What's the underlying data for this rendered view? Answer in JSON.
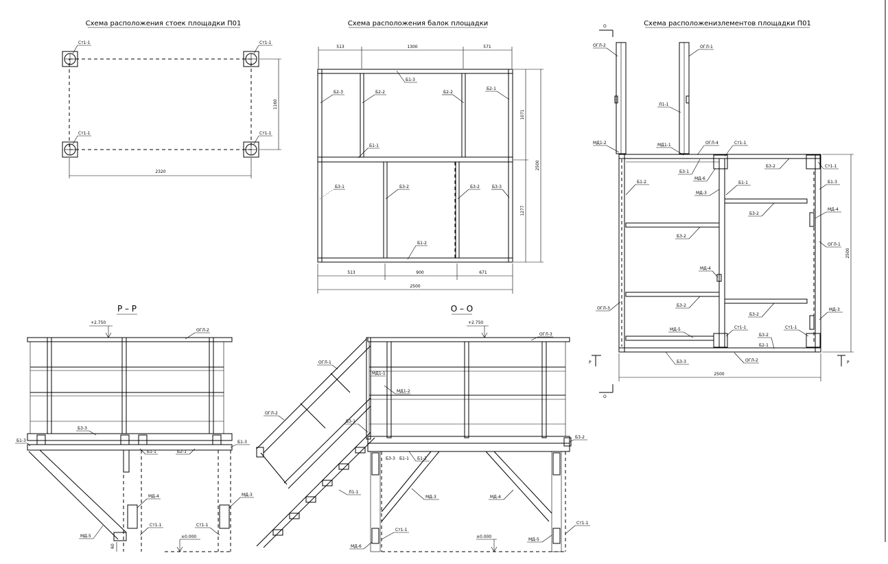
{
  "titles": {
    "posts": "Схема расположения стоек площадки П01",
    "beams": "Схема расположения балок площадки",
    "elements": "Схема расположенизлементов площадки П01",
    "section_p": "Р – Р",
    "section_o": "О – О"
  },
  "posts_plan": {
    "labels": [
      "Ст1-1",
      "Ст1-1",
      "Ст1-1",
      "Ст1-1"
    ],
    "dim_width": "2320",
    "dim_height": "1160"
  },
  "beams_plan": {
    "top_dims": [
      "513",
      "1300",
      "571"
    ],
    "bottom_dims": [
      "513",
      "900",
      "671"
    ],
    "overall_width": "2500",
    "right_dims": [
      "1071",
      "1277"
    ],
    "overall_height": "2500",
    "labels": [
      "Б1-3",
      "Б2-3",
      "Б2-2",
      "Б2-2",
      "Б2-1",
      "Б1-1",
      "Б3-1",
      "Б3-2",
      "Б3-2",
      "Б3-3",
      "Б1-2"
    ]
  },
  "elements_plan": {
    "section_mark": "О",
    "section_mark_p": "Р",
    "dim_width": "2500",
    "dim_height": "2500",
    "labels": [
      "ОГЛ-2",
      "ОГЛ-1",
      "Л1-1",
      "МД1-2",
      "МД1-1",
      "ОГЛ-4",
      "Ст1-1",
      "Б3-1",
      "МД-6",
      "МД-3",
      "Б1-2",
      "Б1-1",
      "Б3-2",
      "Ст1-1",
      "Б1-3",
      "МД-4",
      "ОГЛ-1",
      "Б3-2",
      "Б3-2",
      "Б3-2",
      "МД-4",
      "Б3-2",
      "ОГЛ-3",
      "МД-5",
      "Ст1-1",
      "Ст1-1",
      "Б3-2",
      "МД-3",
      "Б2-1",
      "Б3-3",
      "ОГЛ-2"
    ]
  },
  "section_p": {
    "elev_top": "+2.750",
    "elev_bottom": "±0.000",
    "dim_small": "60",
    "labels": [
      "ОГЛ-2",
      "Б3-3",
      "Б1-3",
      "Б1-1",
      "Б2-1",
      "Б1-3",
      "МД-4",
      "МД-3",
      "МД-5",
      "Ст1-1",
      "Ст1-1"
    ]
  },
  "section_o": {
    "elev_top": "+2.750",
    "elev_bottom": "±0.000",
    "labels": [
      "ОГЛ-1",
      "ОГЛ-3",
      "МД1-1",
      "МД1-2",
      "ОГЛ-2",
      "Б3-1",
      "Б3-3",
      "Б1-1",
      "Б1-2",
      "Б3-2",
      "Л1-1",
      "МД-3",
      "МД-4",
      "Ст1-1",
      "МД-5",
      "МД-6",
      "Ст1-1"
    ]
  }
}
